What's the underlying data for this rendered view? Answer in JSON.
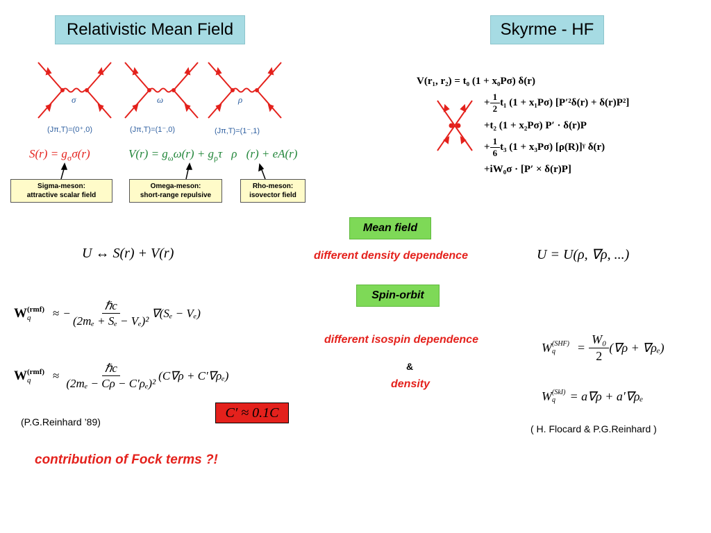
{
  "titles": {
    "rmf": "Relativistic Mean Field",
    "skyrme": "Skyrme - HF"
  },
  "feynman": {
    "labels": [
      "σ",
      "ω",
      "ρ"
    ],
    "quantum": [
      "(Jπ,T)=(0⁺,0)",
      "(Jπ,T)=(1⁻,0)",
      "(Jπ,T)=(1⁻,1)"
    ]
  },
  "fields": {
    "S_lhs": "S(r) = g",
    "S_sub": "σ",
    "S_rhs": "σ(r)",
    "V_lhs": "V(r) = g",
    "V_sub1": "ω",
    "V_mid": "ω(r) + g",
    "V_sub2": "ρ",
    "V_rhs": "τ⃗ρ⃗(r) + eA(r)"
  },
  "meson_boxes": [
    {
      "line1": "Sigma-meson:",
      "line2": "attractive scalar field"
    },
    {
      "line1": "Omega-meson:",
      "line2": "short-range repulsive"
    },
    {
      "line1": "Rho-meson:",
      "line2": "isovector field"
    }
  ],
  "skyrme_terms": {
    "l1_lhs": "V(r₁, r₂)  =  t₀ (1 + x₀Pσ) δ(r)",
    "l2_pre": "+",
    "l2_n": "1",
    "l2_d": "2",
    "l2_post": "t₁ (1 + x₁Pσ) [P′²δ(r) + δ(r)P²]",
    "l3": "+t₂ (1 + x₂Pσ) P′ · δ(r)P",
    "l4_pre": "+",
    "l4_n": "1",
    "l4_d": "6",
    "l4_post": "t₃ (1 + x₃Pσ) [ρ(R)]ᵞ δ(r)",
    "l5": "+iW₀σ · [P′ × δ(r)P]"
  },
  "mean_field": {
    "label": "Mean field",
    "left_eq": "U ↔ S(r) + V(r)",
    "middle": "different density dependence",
    "right_eq": "U = U(ρ, ∇ρ, ...)"
  },
  "spin_orbit": {
    "label": "Spin-orbit",
    "isospin": "different isospin dependence",
    "amp": "&",
    "density": "density"
  },
  "rmf_eqs": {
    "W": "W",
    "sup": "(rmf)",
    "sub": "q",
    "approx": "≈",
    "eq1_num": "ℏc",
    "eq1_den": "(2mₑ + Sₑ − Vₑ)²",
    "eq1_tail": "∇(Sₑ − Vₑ)",
    "eq1_minus": "−",
    "eq2_num": "ℏc",
    "eq2_den": "(2mₑ − Cρ − C′ρₑ)²",
    "eq2_tail": "(C∇ρ + C′∇ρₑ)"
  },
  "cbox": "C′ ≈ 0.1C",
  "ref_left": "(P.G.Reinhard ’89)",
  "fock": "contribution of Fock terms ?!",
  "skyrme_w": {
    "W1_sup": "(SHF)",
    "W1_num": "W₀",
    "W1_den": "2",
    "W1_tail": "(∇ρ + ∇ρₑ)",
    "W2_sup": "(SkI)",
    "W2_tail": "= a∇ρ + a′∇ρₑ"
  },
  "ref_right": "( H. Flocard & P.G.Reinhard )",
  "colors": {
    "title_bg": "#a6dbe3",
    "green": "#7ed957",
    "red": "#e4211c",
    "feyn": "#e4211c"
  }
}
